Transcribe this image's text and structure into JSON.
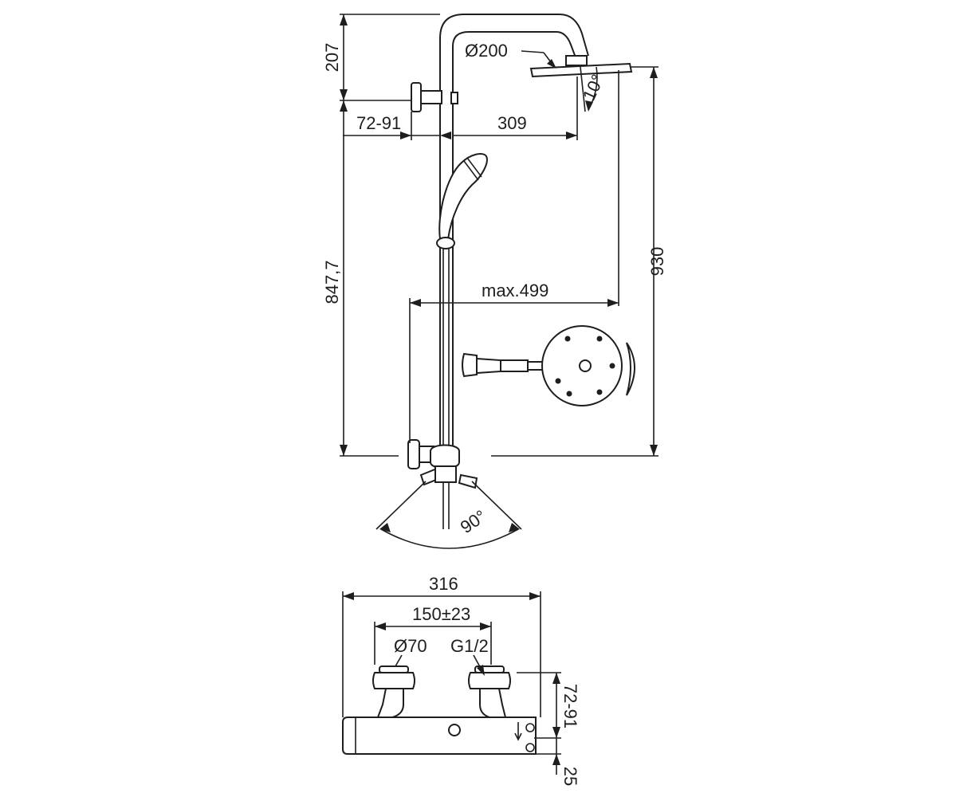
{
  "dimensions": {
    "top_height": "207",
    "bracket_offset": "72-91",
    "arm_reach": "309",
    "head_diameter": "Ø200",
    "head_tilt": "10°",
    "rail_height": "847,7",
    "overall_height": "930",
    "max_reach": "max.499",
    "swivel_angle": "90°",
    "mixer_width": "316",
    "inlet_spacing": "150±23",
    "flange_diameter": "Ø70",
    "thread": "G1/2",
    "mixer_offset": "72-91",
    "outlet_height": "25"
  }
}
